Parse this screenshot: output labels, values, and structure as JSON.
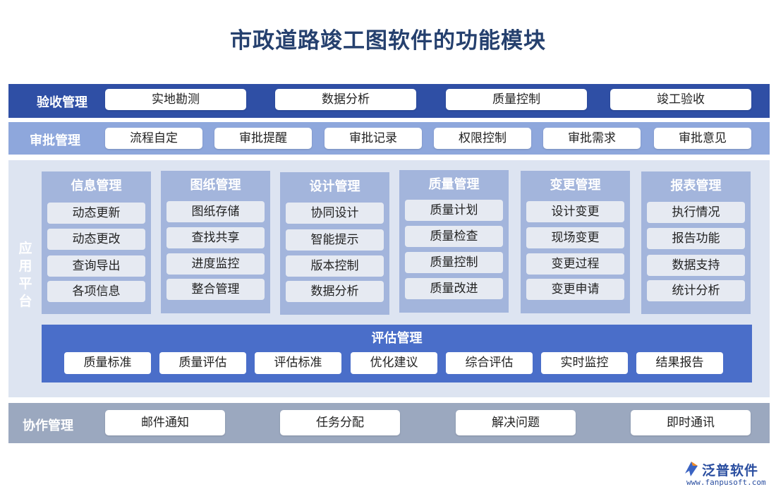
{
  "title": "市政道路竣工图软件的功能模块",
  "acceptance": {
    "label": "验收管理",
    "items": [
      "实地勘测",
      "数据分析",
      "质量控制",
      "竣工验收"
    ]
  },
  "approval": {
    "label": "审批管理",
    "items": [
      "流程自定",
      "审批提醒",
      "审批记录",
      "权限控制",
      "审批需求",
      "审批意见"
    ]
  },
  "platform": {
    "label": "应用平台",
    "modules": [
      {
        "title": "信息管理",
        "items": [
          "动态更新",
          "动态更改",
          "查询导出",
          "各项信息"
        ]
      },
      {
        "title": "图纸管理",
        "items": [
          "图纸存储",
          "查找共享",
          "进度监控",
          "整合管理"
        ]
      },
      {
        "title": "设计管理",
        "items": [
          "协同设计",
          "智能提示",
          "版本控制",
          "数据分析"
        ]
      },
      {
        "title": "质量管理",
        "items": [
          "质量计划",
          "质量检查",
          "质量控制",
          "质量改进"
        ]
      },
      {
        "title": "变更管理",
        "items": [
          "设计变更",
          "现场变更",
          "变更过程",
          "变更申请"
        ]
      },
      {
        "title": "报表管理",
        "items": [
          "执行情况",
          "报告功能",
          "数据支持",
          "统计分析"
        ]
      }
    ],
    "evaluation": {
      "title": "评估管理",
      "items": [
        "质量标准",
        "质量评估",
        "评估标准",
        "优化建议",
        "综合评估",
        "实时监控",
        "结果报告"
      ]
    }
  },
  "collaboration": {
    "label": "协作管理",
    "items": [
      "邮件通知",
      "任务分配",
      "解决问题",
      "即时通讯"
    ]
  },
  "logo": {
    "name": "泛普软件",
    "url": "www.fanpusoft.com"
  },
  "colors": {
    "title": "#25406e",
    "acceptance_band": "#2f4fa5",
    "approval_band": "#8ea7dc",
    "platform_bg": "#dde4f1",
    "module_bg": "#a3b5dc",
    "evaluation_bg": "#4a6ec9",
    "collaboration_band": "#9ba8bf"
  }
}
